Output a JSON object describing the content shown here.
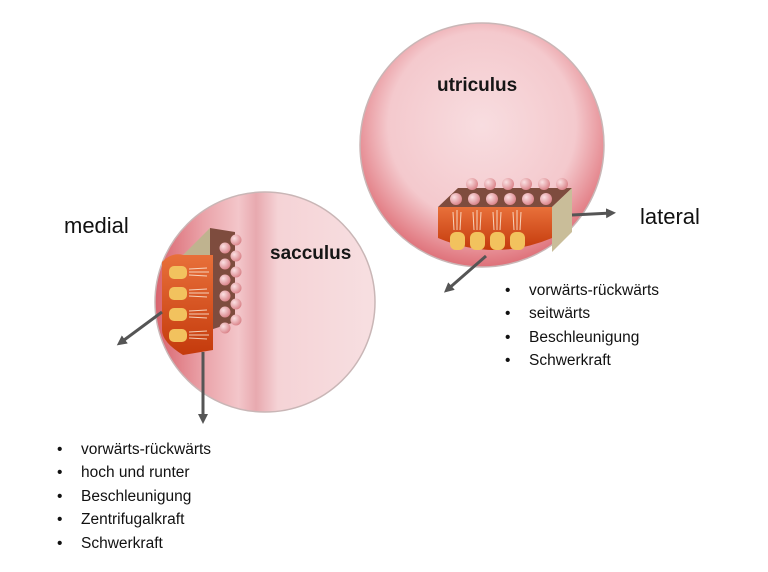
{
  "labels": {
    "medial": "medial",
    "lateral": "lateral",
    "sacculus": "sacculus",
    "utriculus": "utriculus"
  },
  "utriculus_features": [
    "vorwärts-rückwärts",
    "seitwärts",
    "Beschleunigung",
    "Schwerkraft"
  ],
  "sacculus_features": [
    "vorwärts-rückwärts",
    "hoch und runter",
    "Beschleunigung",
    "Zentrifugalkraft",
    "Schwerkraft"
  ],
  "colors": {
    "organ_fill": "#f6d3d6",
    "organ_band": "#d9666f",
    "hair_cell_block": "#d44a10",
    "hair_cell": "#f2c25e",
    "otolith": "#e3969b",
    "block_side": "#c8bc98",
    "arrow": "#555555"
  }
}
